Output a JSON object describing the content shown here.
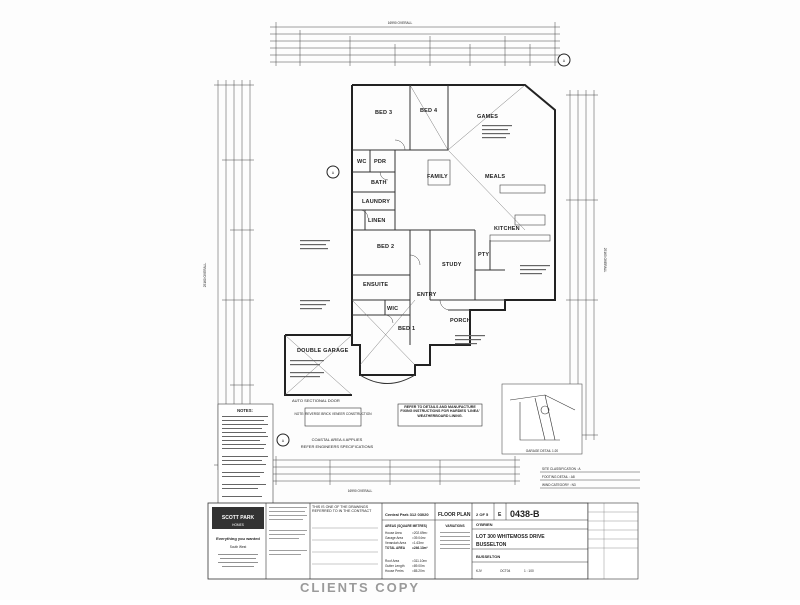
{
  "plan": {
    "top_overall": "16990 OVERALL",
    "bottom_overall": "16990 OVERALL",
    "left_overall": "25160 OVERALL",
    "right_overall": "25160 OVERALL",
    "rooms": {
      "bed3": "BED 3",
      "bed4": "BED 4",
      "games": "GAMES",
      "family": "FAMILY",
      "meals": "MEALS",
      "wc": "WC",
      "pdr": "PDR",
      "bath": "BATH",
      "laundry": "LAUNDRY",
      "linen": "LINEN",
      "kitchen": "KITCHEN",
      "bed2": "BED 2",
      "study": "STUDY",
      "pty": "PTY",
      "ensuite": "ENSUITE",
      "wic": "WIC",
      "entry": "ENTRY",
      "porch": "PORCH",
      "bed1": "BED 1",
      "double_garage": "DOUBLE GARAGE"
    },
    "garage_door": "AUTO SECTIONAL DOOR",
    "section_marker": "A",
    "notes_heading": "NOTES:",
    "note_reverse_brick": "NOTE: REVERSE BRICK VENEER CONSTRUCTION",
    "note_refer_details": "REFER TO DETAILS AND MANUFACTURE FIXING INSTRUCTIONS FOR HARDIES 'LINEA' WEATHERBOARD LINING.",
    "note_coastal": "COASTAL AREA 4 APPLIES",
    "note_engineers": "REFER ENGINEERS SPECIFICATIONS",
    "garage_detail": "GARAGE DETAIL  1:20",
    "site_classification": "SITE CLASSIFICATION : A",
    "footing_detail": "FOOTING DETAIL : A8",
    "wind_category": "WIND CATEGORY : N3",
    "watermark": "CLIENTS COPY"
  },
  "title_block": {
    "company": "SCOTT PARK",
    "company_sub": "HOMES",
    "slogan": "Everything you wanted",
    "region": "South West",
    "one_of_drawings": "THIS IS ONE OF THE DRAWINGS REFERRED TO IN THE CONTRACT",
    "house_name": "Central Park 312 03020",
    "drawing_name": "FLOOR PLAN",
    "sheet_no": "2 OF 5",
    "revision": "E",
    "job_no": "0438-B",
    "client": "O'BRIEN",
    "site_address": "LOT 300 WHITEMOSS DRIVE",
    "suburb": "BUSSELTON",
    "council": "BUSSELTON",
    "drawn": "KJV",
    "date": "OCT04",
    "scale": "1 : 100",
    "variations": "VARIATIONS",
    "areas_heading": "AREAS (SQUARE METRES)",
    "area_rows": [
      {
        "label": "House Area",
        "value": "=202.69m²"
      },
      {
        "label": "Garage Area",
        "value": "=39.04m²"
      },
      {
        "label": "Verandah Area",
        "value": "=1.63m²"
      },
      {
        "label": "TOTAL AREA",
        "value": "=246.13m²"
      }
    ],
    "roof_rows": [
      {
        "label": "Roof Area",
        "value": "=311.10m²"
      },
      {
        "label": "Gutter Length",
        "value": "=89.00m"
      },
      {
        "label": "House Perim.",
        "value": "=85.20m"
      }
    ]
  }
}
